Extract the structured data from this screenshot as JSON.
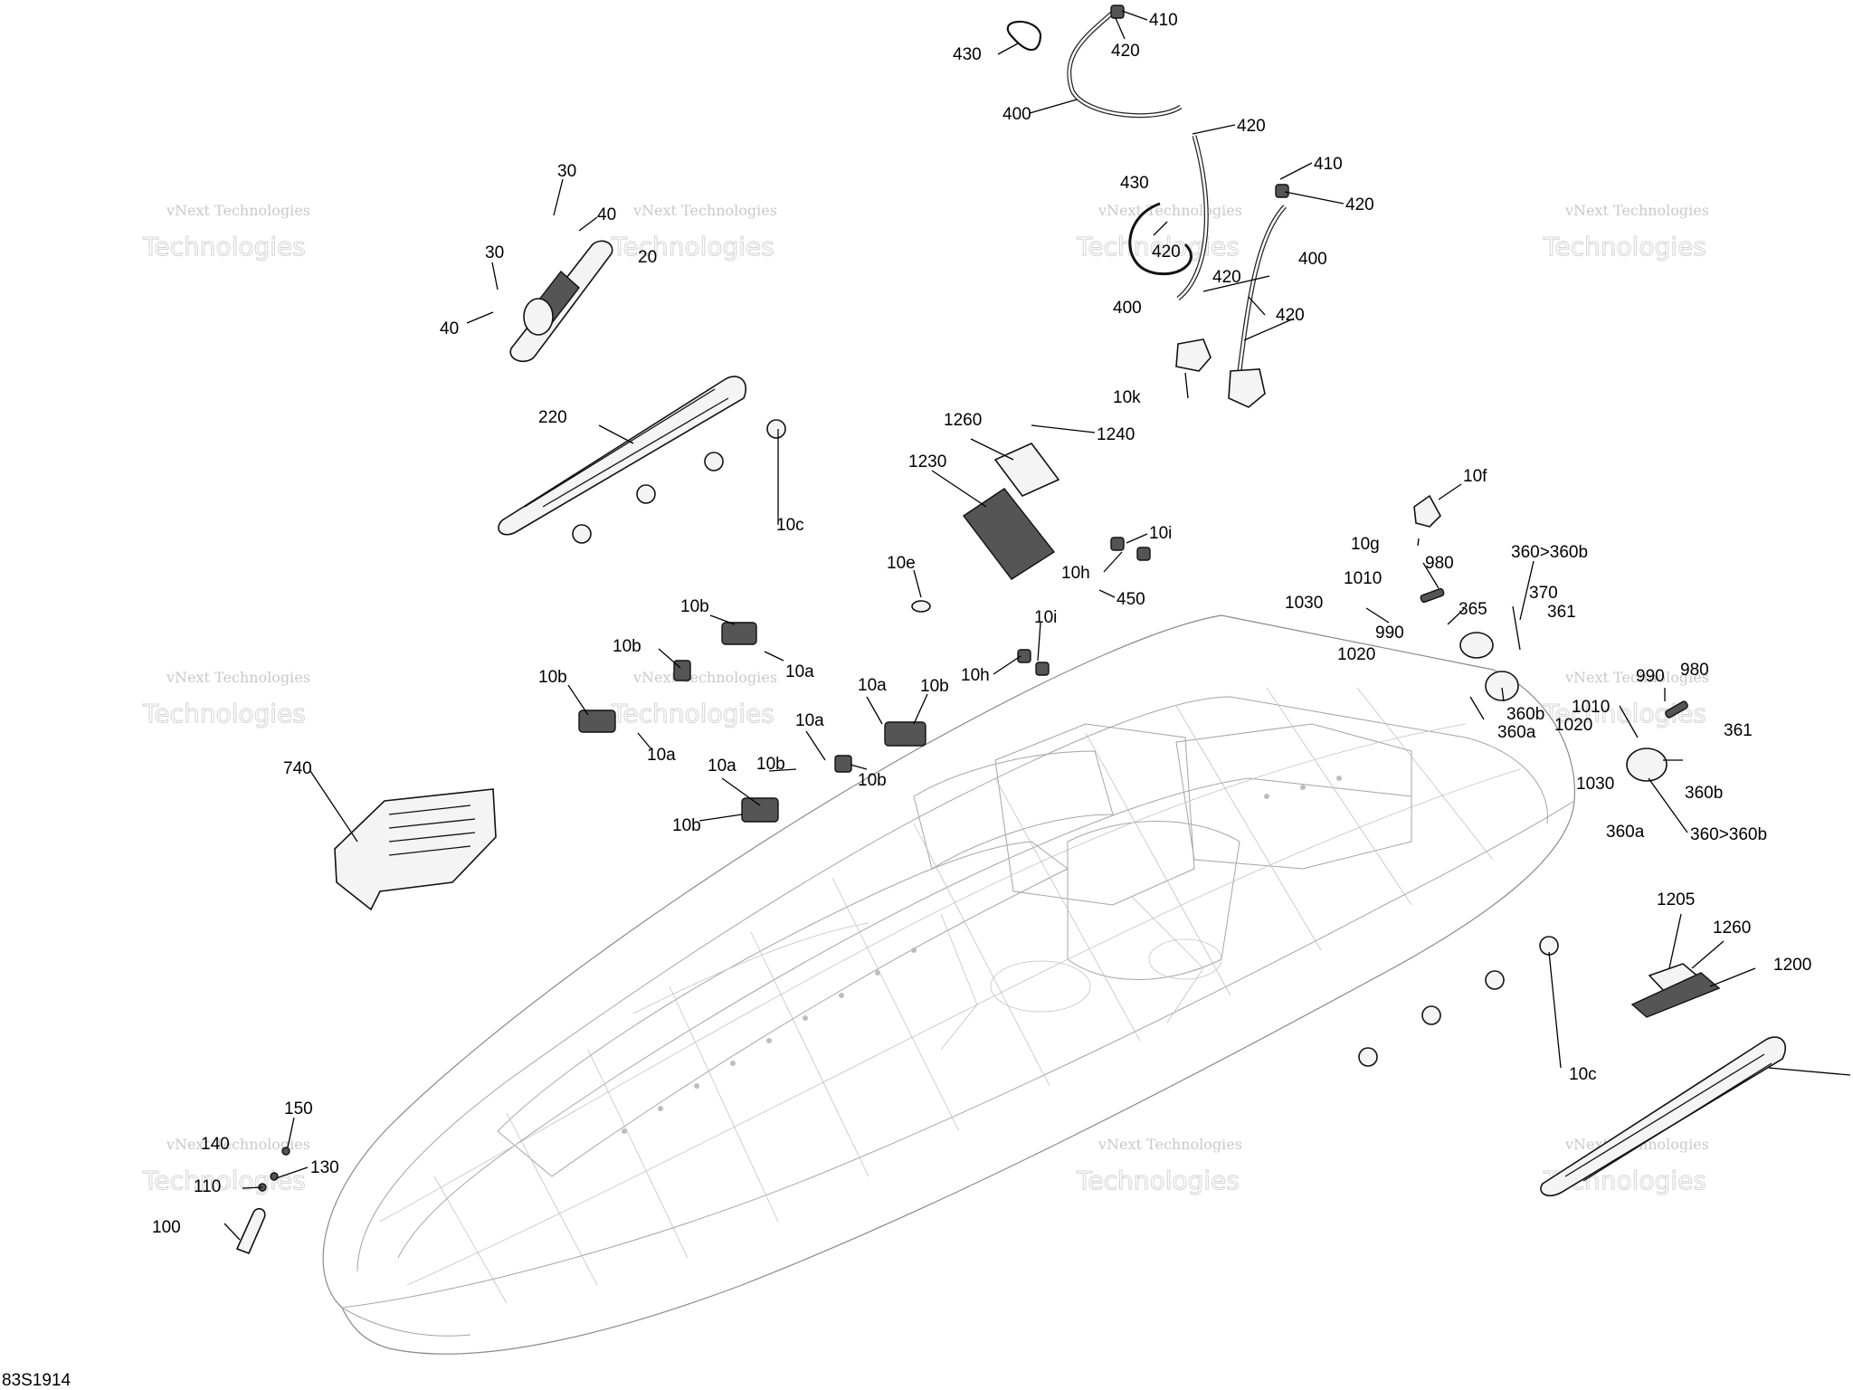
{
  "diagram_code": "83S1914",
  "watermark": {
    "line1": "vNext Technologies",
    "line2": "Technologies"
  },
  "callouts": [
    {
      "id": "c430a",
      "text": "430"
    },
    {
      "id": "c420a",
      "text": "420"
    },
    {
      "id": "c410a",
      "text": "410"
    },
    {
      "id": "c400a",
      "text": "400"
    },
    {
      "id": "c420b",
      "text": "420"
    },
    {
      "id": "c410b",
      "text": "410"
    },
    {
      "id": "c420c",
      "text": "420"
    },
    {
      "id": "c430b",
      "text": "430"
    },
    {
      "id": "c420d",
      "text": "420"
    },
    {
      "id": "c400b",
      "text": "400"
    },
    {
      "id": "c420e",
      "text": "420"
    },
    {
      "id": "c400c",
      "text": "400"
    },
    {
      "id": "c420f",
      "text": "420"
    },
    {
      "id": "c10k",
      "text": "10k"
    },
    {
      "id": "c30a",
      "text": "30"
    },
    {
      "id": "c40a",
      "text": "40"
    },
    {
      "id": "c30b",
      "text": "30"
    },
    {
      "id": "c20",
      "text": "20"
    },
    {
      "id": "c40b",
      "text": "40"
    },
    {
      "id": "c220",
      "text": "220"
    },
    {
      "id": "c10c_top",
      "text": "10c"
    },
    {
      "id": "c1260a",
      "text": "1260"
    },
    {
      "id": "c1240",
      "text": "1240"
    },
    {
      "id": "c1230",
      "text": "1230"
    },
    {
      "id": "c10f",
      "text": "10f"
    },
    {
      "id": "c10g",
      "text": "10g"
    },
    {
      "id": "c10i_a",
      "text": "10i"
    },
    {
      "id": "c10h_a",
      "text": "10h"
    },
    {
      "id": "c450",
      "text": "450"
    },
    {
      "id": "c980a",
      "text": "980"
    },
    {
      "id": "c360a_top",
      "text": "360>360b"
    },
    {
      "id": "c1010a",
      "text": "1010"
    },
    {
      "id": "c1030a",
      "text": "1030"
    },
    {
      "id": "c990a",
      "text": "990"
    },
    {
      "id": "c1020a",
      "text": "1020"
    },
    {
      "id": "c365",
      "text": "365"
    },
    {
      "id": "c370",
      "text": "370"
    },
    {
      "id": "c361a",
      "text": "361"
    },
    {
      "id": "c360b_a",
      "text": "360b"
    },
    {
      "id": "c360a_a",
      "text": "360a"
    },
    {
      "id": "c990b",
      "text": "990"
    },
    {
      "id": "c980b",
      "text": "980"
    },
    {
      "id": "c1010b",
      "text": "1010"
    },
    {
      "id": "c1020b",
      "text": "1020"
    },
    {
      "id": "c361b",
      "text": "361"
    },
    {
      "id": "c1030b",
      "text": "1030"
    },
    {
      "id": "c360b_b",
      "text": "360b"
    },
    {
      "id": "c360a_b",
      "text": "360a"
    },
    {
      "id": "c360_bottom",
      "text": "360>360b"
    },
    {
      "id": "c10e",
      "text": "10e"
    },
    {
      "id": "c10b_1",
      "text": "10b"
    },
    {
      "id": "c10b_2",
      "text": "10b"
    },
    {
      "id": "c10a_1",
      "text": "10a"
    },
    {
      "id": "c10b_3",
      "text": "10b"
    },
    {
      "id": "c10a_2",
      "text": "10a"
    },
    {
      "id": "c10i_b",
      "text": "10i"
    },
    {
      "id": "c10h_b",
      "text": "10h"
    },
    {
      "id": "c10a_3",
      "text": "10a"
    },
    {
      "id": "c10b_4",
      "text": "10b"
    },
    {
      "id": "c10a_4",
      "text": "10a"
    },
    {
      "id": "c10b_5",
      "text": "10b"
    },
    {
      "id": "c10a_5",
      "text": "10a"
    },
    {
      "id": "c10b_6",
      "text": "10b"
    },
    {
      "id": "c10b_7",
      "text": "10b"
    },
    {
      "id": "c740",
      "text": "740"
    },
    {
      "id": "c1205",
      "text": "1205"
    },
    {
      "id": "c1260b",
      "text": "1260"
    },
    {
      "id": "c1200",
      "text": "1200"
    },
    {
      "id": "c10c_bottom",
      "text": "10c"
    },
    {
      "id": "c150",
      "text": "150"
    },
    {
      "id": "c140",
      "text": "140"
    },
    {
      "id": "c130",
      "text": "130"
    },
    {
      "id": "c110",
      "text": "110"
    },
    {
      "id": "c100",
      "text": "100"
    }
  ]
}
